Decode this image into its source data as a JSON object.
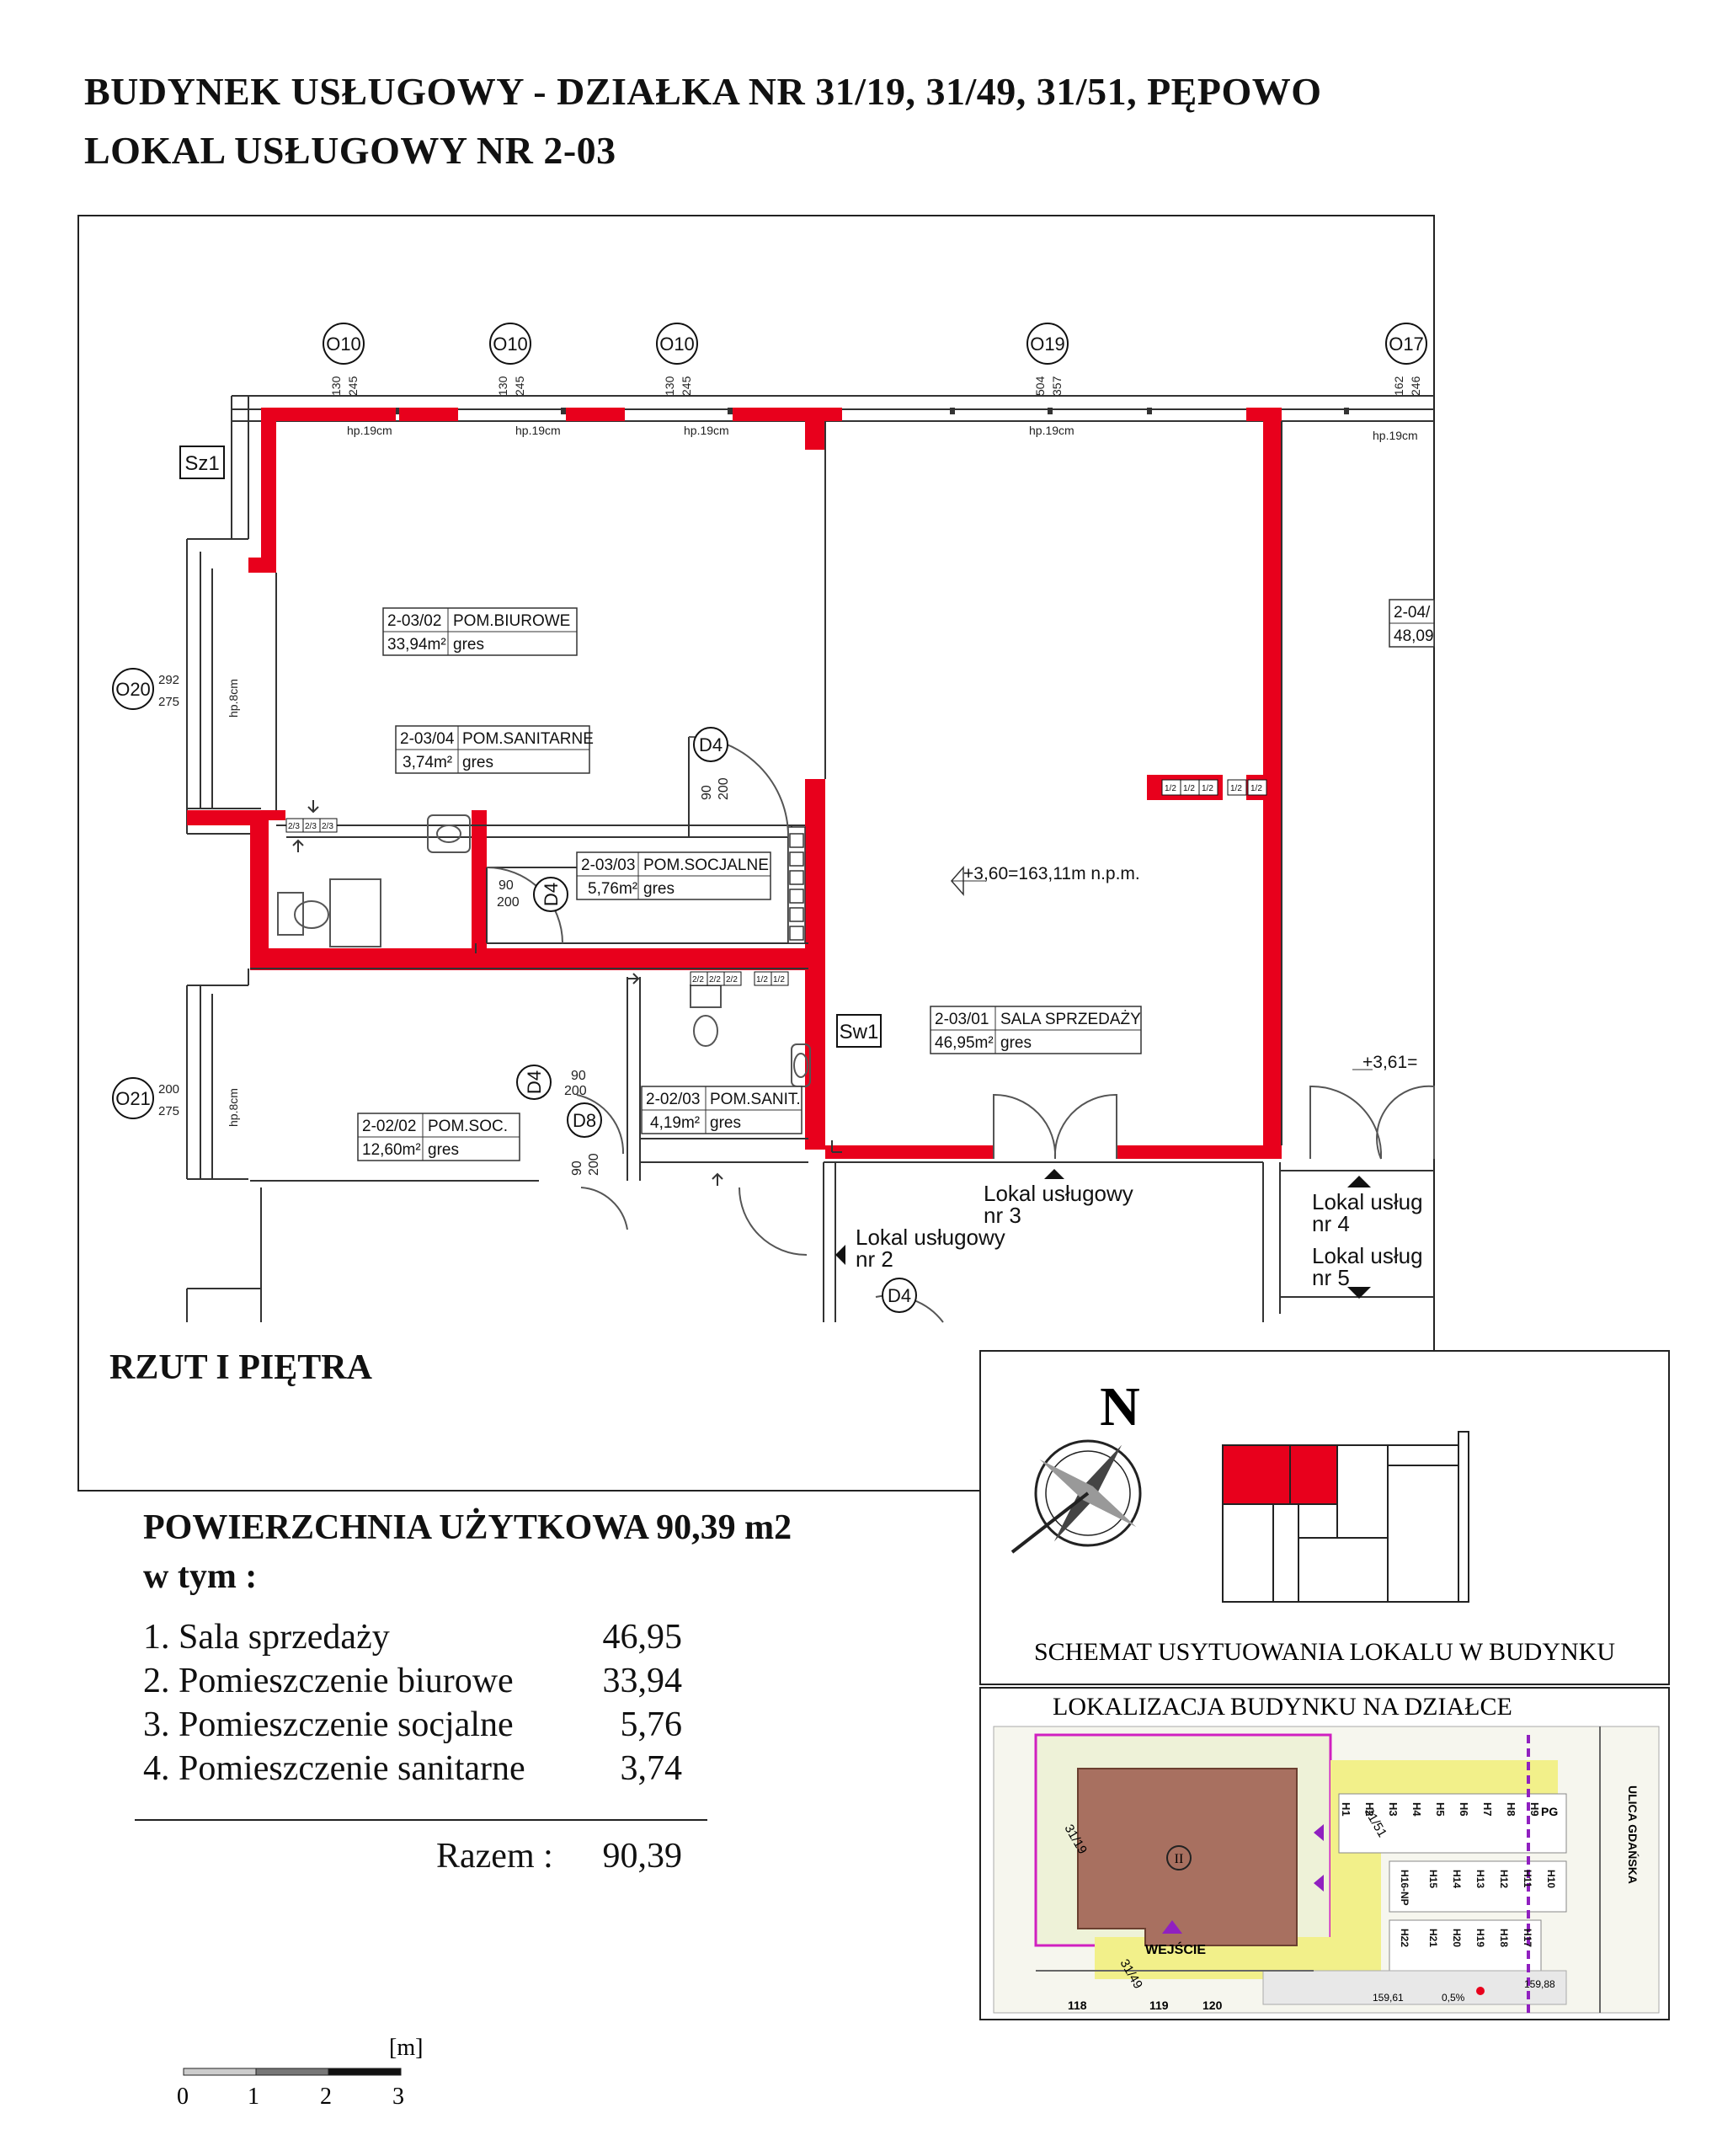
{
  "header": {
    "title": "BUDYNEK USŁUGOWY - DZIAŁKA NR 31/19, 31/49, 31/51, PĘPOWO",
    "subtitle": "LOKAL USŁUGOWY NR 2-03"
  },
  "plan": {
    "label": "RZUT I PIĘTRA",
    "axes": [
      "O10",
      "O10",
      "O10",
      "O19",
      "O17",
      "O20",
      "O21"
    ],
    "window_tags": [
      "Sz1",
      "Sw1"
    ],
    "door_tags": [
      "D4",
      "D4",
      "D4",
      "D8",
      "D4"
    ],
    "sill_note": "hp.19cm",
    "sill_note_side": "hp.8cm",
    "dims_top": [
      "130",
      "245",
      "130",
      "245",
      "130",
      "245",
      "504",
      "357",
      "162",
      "246"
    ],
    "dims_side": [
      "292",
      "275",
      "200",
      "275"
    ],
    "door_dims": [
      "90",
      "200"
    ],
    "level": "+3,60=163,11m n.p.m.",
    "level_right": "+3,61=",
    "vent": [
      "1/2",
      "1/2",
      "1/2",
      "1/2",
      "1/2"
    ],
    "vent_san": [
      "2/3",
      "2/3",
      "2/3"
    ],
    "vent_san2": [
      "2/2",
      "2/2",
      "2/2",
      "1/2",
      "1/2"
    ],
    "rooms": [
      {
        "num": "2-03/02",
        "name": "POM.BIUROWE",
        "area": "33,94m²",
        "floor": "gres"
      },
      {
        "num": "2-03/04",
        "name": "POM.SANITARNE",
        "area": "3,74m²",
        "floor": "gres"
      },
      {
        "num": "2-03/03",
        "name": "POM.SOCJALNE",
        "area": "5,76m²",
        "floor": "gres"
      },
      {
        "num": "2-03/01",
        "name": "SALA SPRZEDAŻY",
        "area": "46,95m²",
        "floor": "gres"
      },
      {
        "num": "2-02/02",
        "name": "POM.SOC.",
        "area": "12,60m²",
        "floor": "gres"
      },
      {
        "num": "2-02/03",
        "name": "POM.SANIT.",
        "area": "4,19m²",
        "floor": "gres"
      },
      {
        "num": "2-04/",
        "name": "",
        "area": "48,09",
        "floor": ""
      }
    ],
    "neighbours": [
      {
        "line1": "Lokal usługowy",
        "line2": "nr 3"
      },
      {
        "line1": "Lokal usługowy",
        "line2": "nr 2"
      },
      {
        "line1": "Lokal usług",
        "line2": "nr 4"
      },
      {
        "line1": "Lokal usług",
        "line2": "nr 5"
      }
    ]
  },
  "summary": {
    "heading": "POWIERZCHNIA UŻYTKOWA  90,39 m2",
    "subheading": "w tym :",
    "items": [
      {
        "label": "1. Sala sprzedaży",
        "value": "46,95"
      },
      {
        "label": "2. Pomieszczenie biurowe",
        "value": "33,94"
      },
      {
        "label": "3. Pomieszczenie socjalne",
        "value": "5,76"
      },
      {
        "label": "4. Pomieszczenie sanitarne",
        "value": "3,74"
      }
    ],
    "total_label": "Razem  :",
    "total_value": "90,39"
  },
  "scale": {
    "unit": "[m]",
    "ticks": [
      "0",
      "1",
      "2",
      "3"
    ]
  },
  "schema": {
    "north": "N",
    "caption": "SCHEMAT  USYTUOWANIA LOKALU W BUDYNKU"
  },
  "site": {
    "caption": "LOKALIZACJA BUDYNKU NA DZIAŁCE",
    "street": "ULICA GDAŃSKA",
    "entrance": "WEJŚCIE",
    "building_num": "II",
    "parcels": [
      "31/19",
      "31/51",
      "31/49"
    ],
    "parking_top": [
      "H1",
      "H2",
      "H3",
      "H4",
      "H5",
      "H6",
      "H7",
      "H8",
      "H9"
    ],
    "parking_mid": [
      "H16-NP",
      "H15",
      "H14",
      "H13",
      "H12",
      "H11",
      "H10"
    ],
    "parking_bot": [
      "H22",
      "H21",
      "H20",
      "H19",
      "H18",
      "H17"
    ],
    "pg": "PG",
    "lot_numbers": [
      "118",
      "119",
      "120"
    ],
    "heights": [
      "159,61",
      "159,88"
    ],
    "slope": "0,5%",
    "colors": {
      "building": "#a87060",
      "access": "#f2f08a",
      "boundary": "#d020c0",
      "marker": "#9020c0"
    }
  },
  "colors": {
    "wall": "#e8001c",
    "line": "#222222"
  }
}
